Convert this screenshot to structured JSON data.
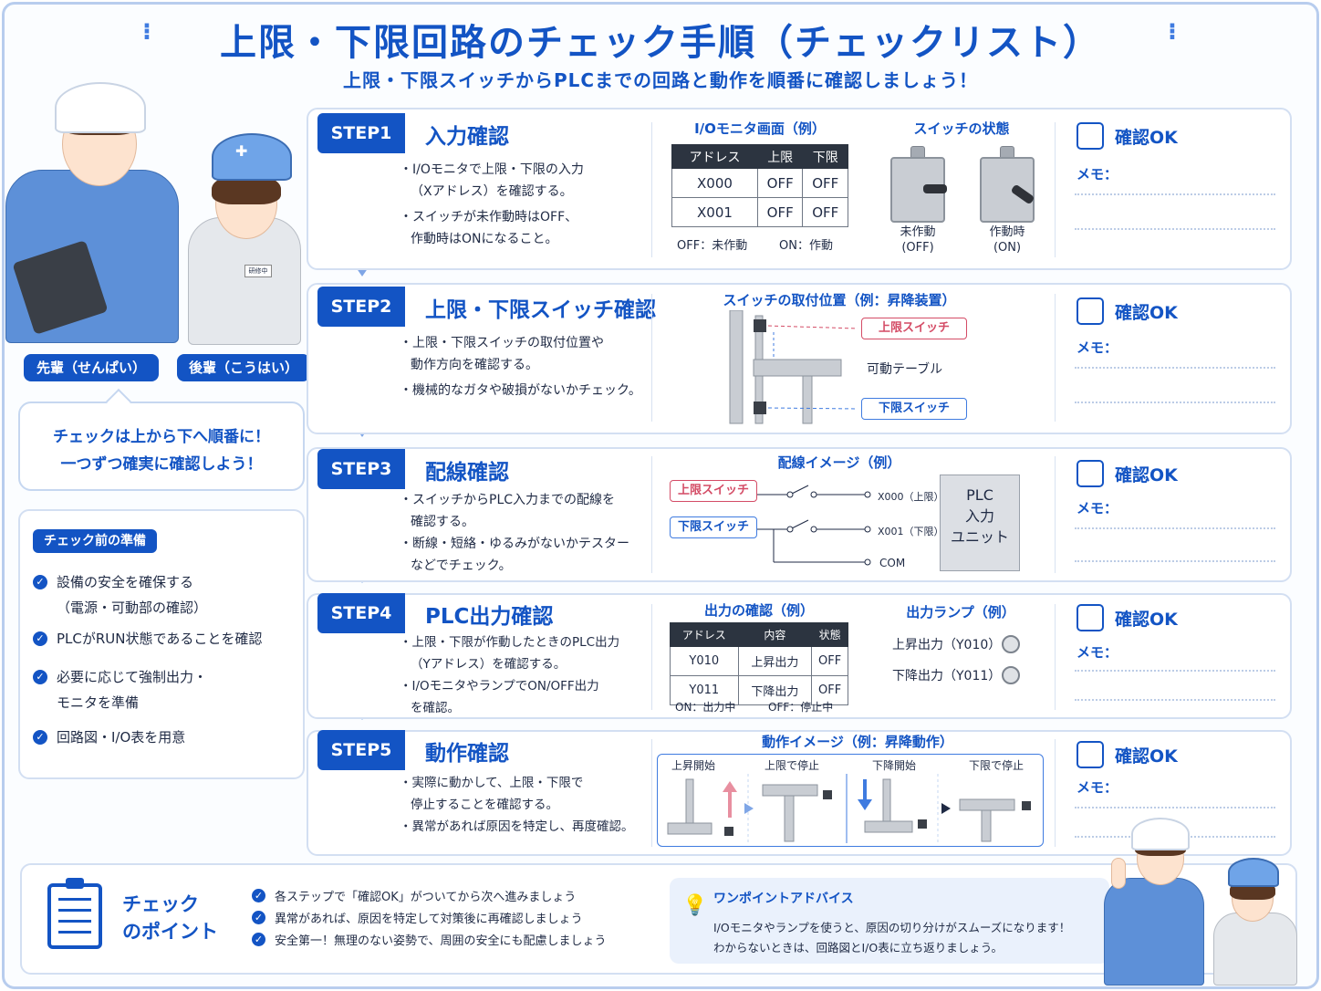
{
  "header": {
    "title": "上限・下限回路のチェック手順（チェックリスト）",
    "subtitle": "上限・下限スイッチからPLCまでの回路と動作を順番に確認しましょう！"
  },
  "characters": {
    "senpai_label": "先輩（せんぱい）",
    "kouhai_label": "後輩（こうはい）",
    "kouhai_badge": "研修中"
  },
  "bubble": {
    "line1": "チェックは上から下へ順番に！",
    "line2": "一つずつ確実に確認しよう！"
  },
  "prep": {
    "title": "チェック前の準備",
    "items": [
      {
        "line1": "設備の安全を確保する",
        "line2": "（電源・可動部の確認）"
      },
      {
        "line1": "PLCがRUN状態であることを確認",
        "line2": ""
      },
      {
        "line1": "必要に応じて強制出力・",
        "line2": "モニタを準備"
      },
      {
        "line1": "回路図・I/O表を用意",
        "line2": ""
      }
    ]
  },
  "ok_label": "確認OK",
  "memo_label": "メモ：",
  "steps": [
    {
      "badge": "STEP1",
      "title": "入力確認",
      "desc": [
        "・I/Oモニタで上限・下限の入力",
        "（Xアドレス）を確認する。",
        "・スイッチが未作動時はOFF、",
        "作動時はONになること。"
      ],
      "monitor_title": "I/Oモニタ画面（例）",
      "table": {
        "headers": [
          "アドレス",
          "上限",
          "下限"
        ],
        "rows": [
          [
            "X000",
            "OFF",
            "OFF"
          ],
          [
            "X001",
            "OFF",
            "OFF"
          ]
        ]
      },
      "legend_off": "OFF：未作動",
      "legend_on": "ON：作動",
      "switch_title": "スイッチの状態",
      "switch_off": {
        "line1": "未作動",
        "line2": "(OFF)"
      },
      "switch_on": {
        "line1": "作動時",
        "line2": "(ON)"
      }
    },
    {
      "badge": "STEP2",
      "title": "上限・下限スイッチ確認",
      "desc": [
        "・上限・下限スイッチの取付位置や",
        "動作方向を確認する。",
        "・機械的なガタや破損がないかチェック。"
      ],
      "panel_title": "スイッチの取付位置（例：昇降装置）",
      "upper": "上限スイッチ",
      "table_lbl": "可動テーブル",
      "lower": "下限スイッチ"
    },
    {
      "badge": "STEP3",
      "title": "配線確認",
      "desc": [
        "・スイッチからPLC入力までの配線を",
        "確認する。",
        "・断線・短絡・ゆるみがないかテスター",
        "などでチェック。"
      ],
      "panel_title": "配線イメージ（例）",
      "upper": "上限スイッチ",
      "lower": "下限スイッチ",
      "x000": "X000（上限）",
      "x001": "X001（下限）",
      "com": "COM",
      "plc": [
        "PLC",
        "入力",
        "ユニット"
      ]
    },
    {
      "badge": "STEP4",
      "title": "PLC出力確認",
      "desc": [
        "・上限・下限が作動したときのPLC出力",
        "（Yアドレス）を確認する。",
        "・I/OモニタやランプでON/OFF出力",
        "を確認。"
      ],
      "panel_title": "出力の確認（例）",
      "table": {
        "headers": [
          "アドレス",
          "内容",
          "状態"
        ],
        "rows": [
          [
            "Y010",
            "上昇出力",
            "OFF"
          ],
          [
            "Y011",
            "下降出力",
            "OFF"
          ]
        ]
      },
      "legend_on": "ON：出力中",
      "legend_off": "OFF：停止中",
      "lamp_title": "出力ランプ（例）",
      "lamp1": "上昇出力（Y010）",
      "lamp2": "下降出力（Y011）"
    },
    {
      "badge": "STEP5",
      "title": "動作確認",
      "desc": [
        "・実際に動かして、上限・下限で",
        "停止することを確認する。",
        "・異常があれば原因を特定し、再度確認。"
      ],
      "panel_title": "動作イメージ（例：昇降動作）",
      "phases": [
        "上昇開始",
        "上限で停止",
        "下降開始",
        "下限で停止"
      ]
    }
  ],
  "points": {
    "title_line1": "チェック",
    "title_line2": "のポイント",
    "items": [
      "各ステップで「確認OK」がついてから次へ進みましょう",
      "異常があれば、原因を特定して対策後に再確認しましょう",
      "安全第一！無理のない姿勢で、周囲の安全にも配慮しましょう"
    ]
  },
  "advice": {
    "title": "ワンポイントアドバイス",
    "line1": "I/Oモニタやランプを使うと、原因の切り分けがスムーズになります！",
    "line2": "わからないときは、回路図とI/O表に立ち返りましょう。"
  },
  "colors": {
    "primary": "#1354c4",
    "accent_red": "#d44c66",
    "line_blue": "#7fa6e6",
    "panel_border": "#d3dff2"
  }
}
